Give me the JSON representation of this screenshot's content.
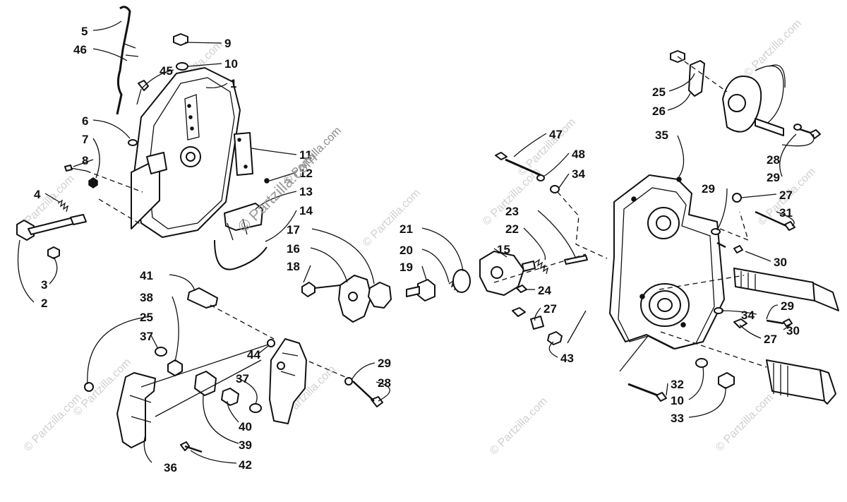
{
  "watermark": "© Partzilla.com",
  "callouts": [
    "1",
    "2",
    "3",
    "4",
    "5",
    "6",
    "7",
    "8",
    "9",
    "10",
    "11",
    "12",
    "13",
    "14",
    "15",
    "16",
    "17",
    "18",
    "19",
    "20",
    "21",
    "22",
    "23",
    "24",
    "25",
    "26",
    "27",
    "28",
    "29",
    "30",
    "31",
    "32",
    "33",
    "34",
    "35",
    "36",
    "37",
    "38",
    "39",
    "40",
    "41",
    "42",
    "43",
    "44",
    "45",
    "46",
    "47",
    "48"
  ]
}
